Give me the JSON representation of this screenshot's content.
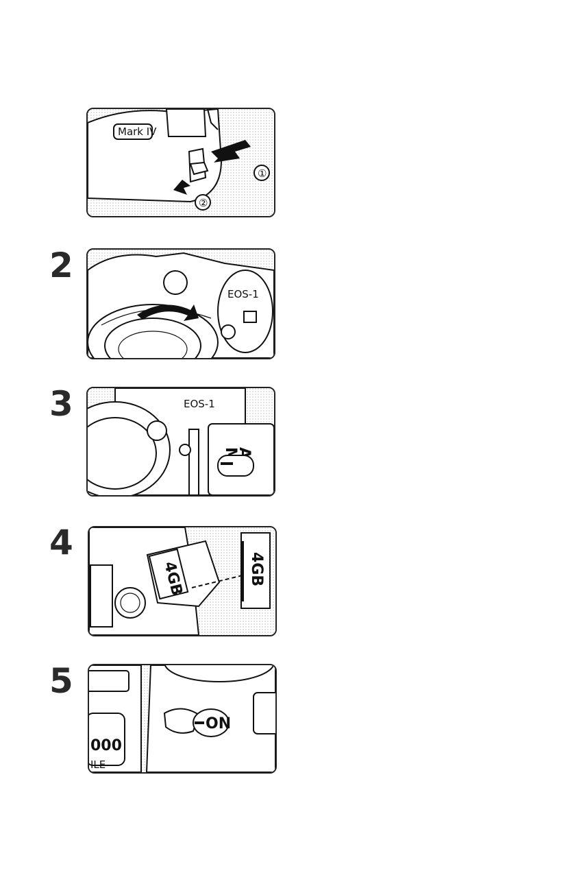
{
  "steps": [
    {
      "number": "",
      "labels": {
        "mark": "Mark IV",
        "callout1": "①",
        "callout2": "②"
      }
    },
    {
      "number": "2",
      "labels": {
        "model": "EOS-1"
      }
    },
    {
      "number": "3",
      "labels": {
        "model": "EOS-1",
        "af": "AF",
        "mf": "MF"
      }
    },
    {
      "number": "4",
      "labels": {
        "card_text": "4GB"
      }
    },
    {
      "number": "5",
      "labels": {
        "on": "ON",
        "lcd": "000",
        "file": "ILE"
      }
    }
  ]
}
